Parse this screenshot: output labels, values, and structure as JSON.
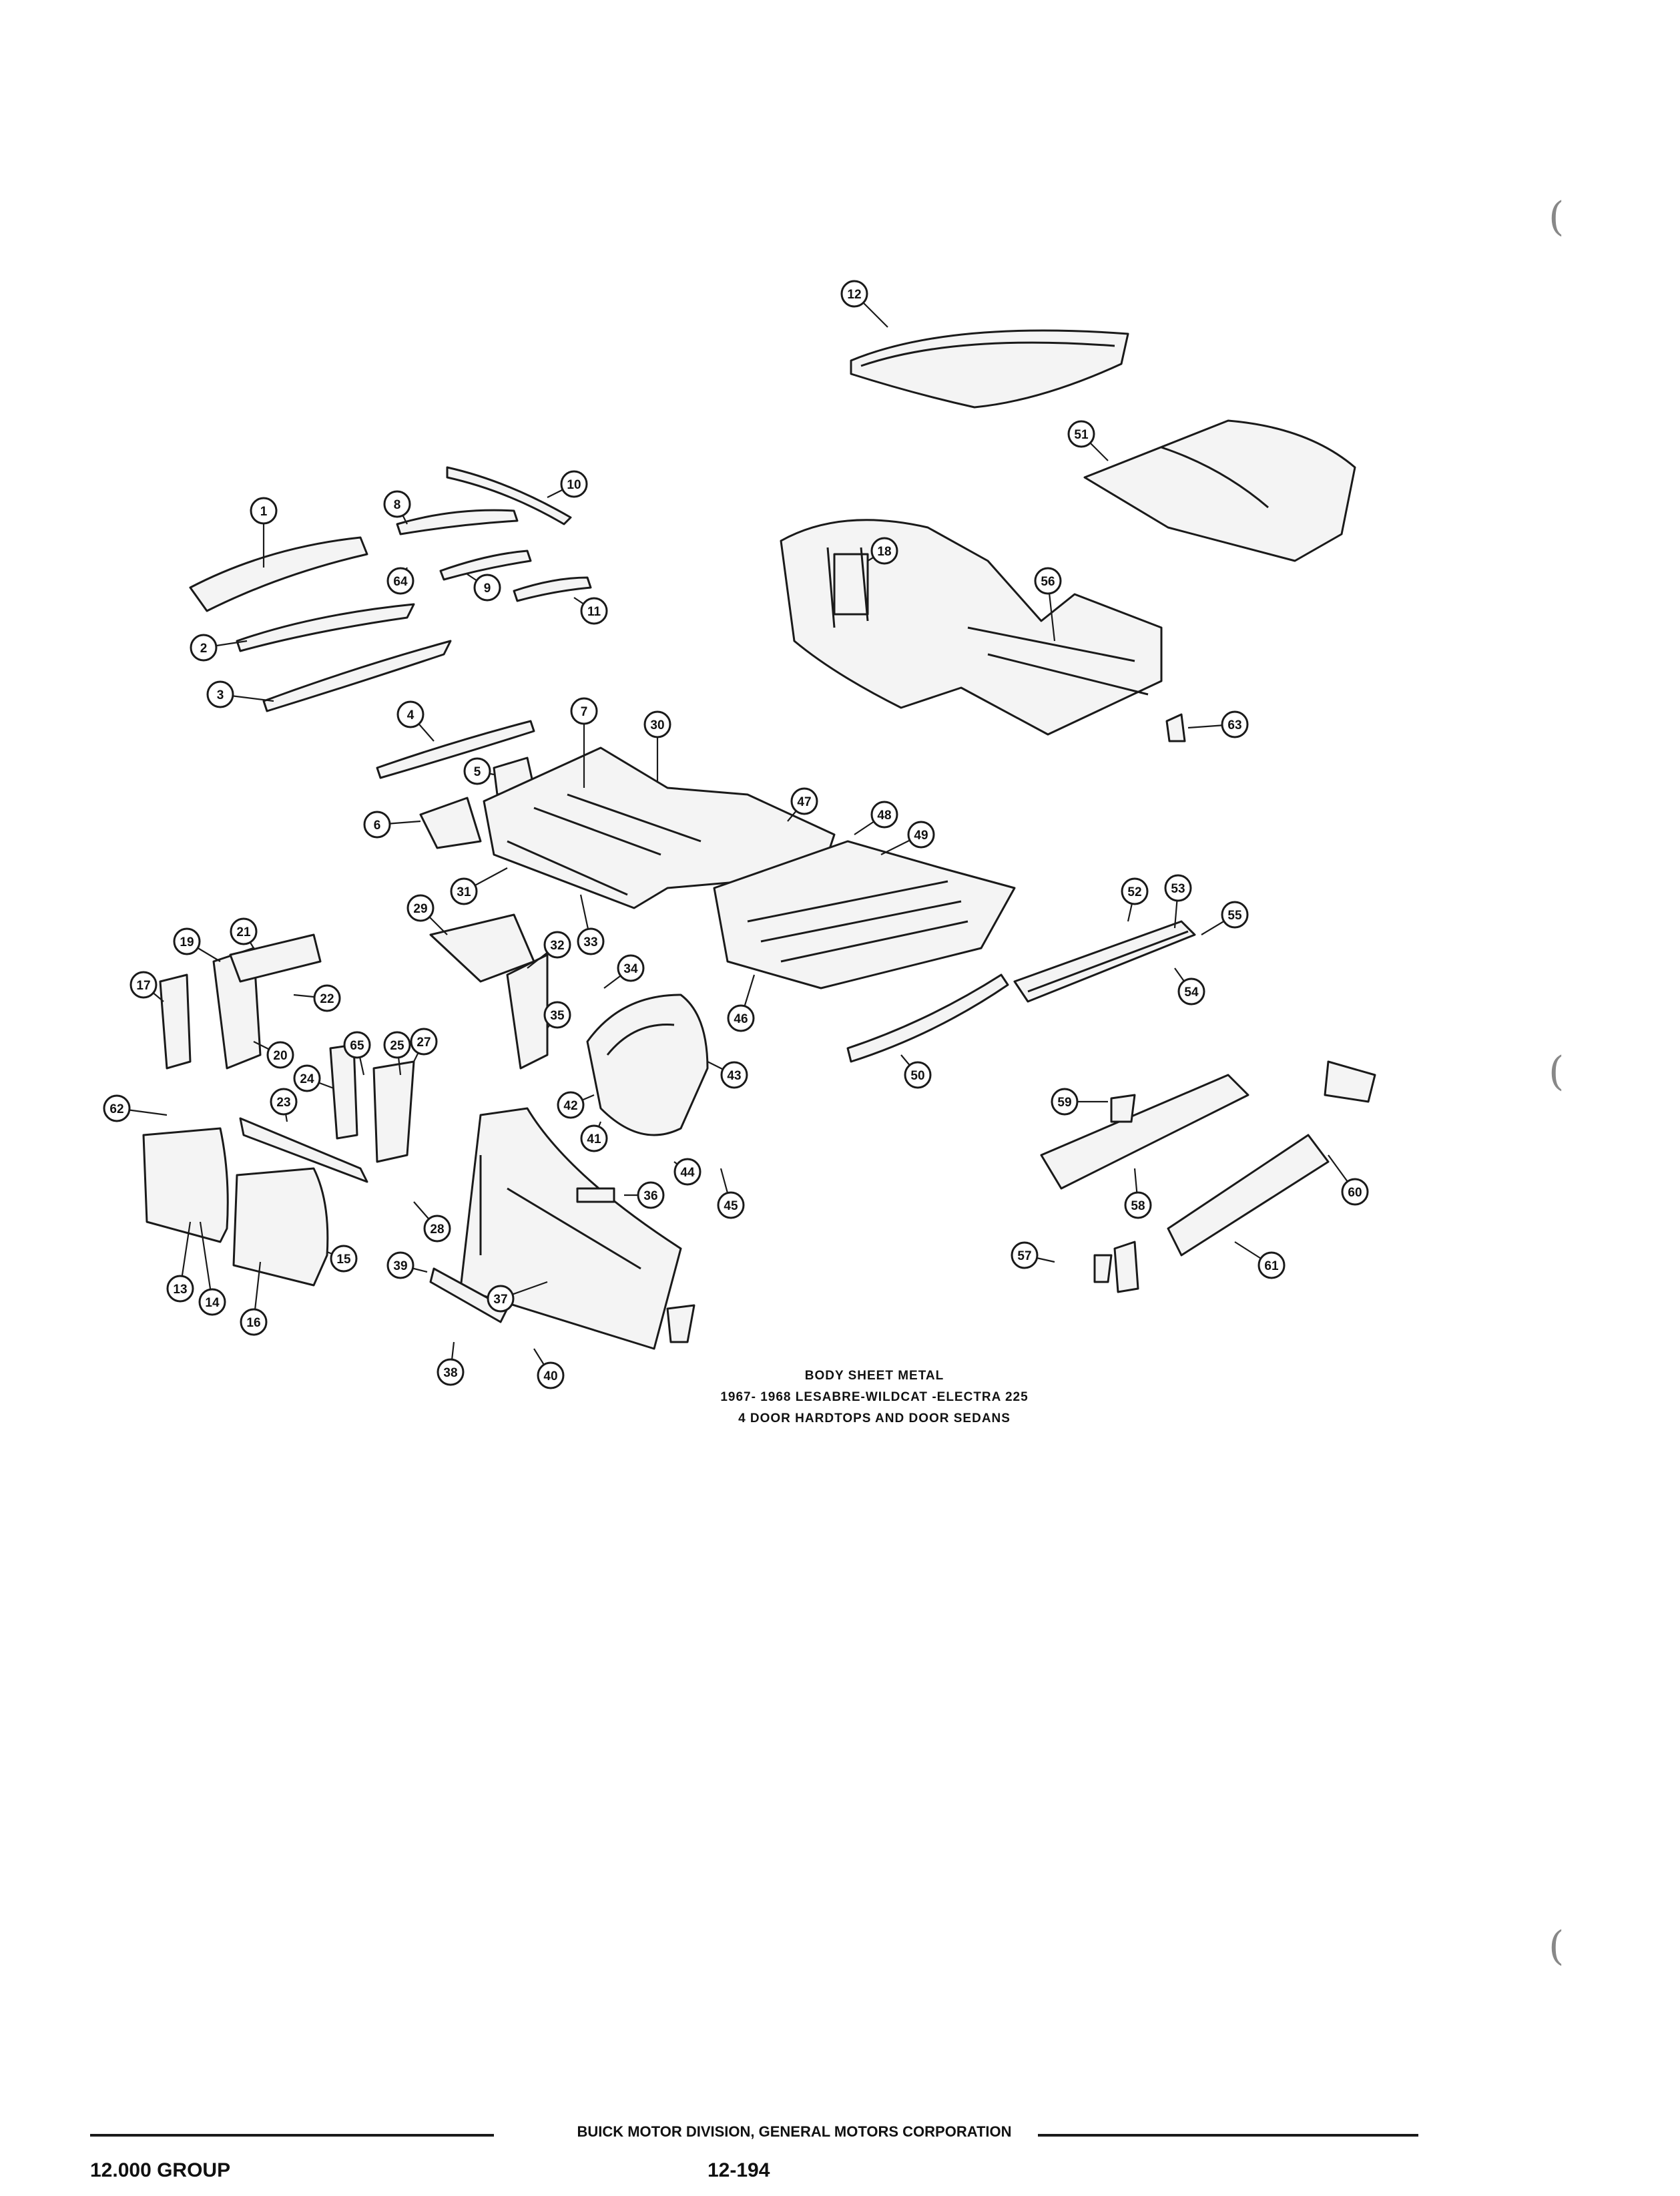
{
  "caption": {
    "line1": "BODY SHEET METAL",
    "line2": "1967- 1968 LESABRE-WILDCAT -ELECTRA 225",
    "line3": "4 DOOR HARDTOPS AND DOOR SEDANS"
  },
  "footer": {
    "corporation": "BUICK MOTOR DIVISION, GENERAL MOTORS CORPORATION",
    "group": "12.000 GROUP",
    "page": "12-194"
  },
  "callouts": [
    "1",
    "2",
    "3",
    "4",
    "5",
    "6",
    "7",
    "8",
    "9",
    "10",
    "11",
    "12",
    "13",
    "14",
    "15",
    "16",
    "17",
    "18",
    "19",
    "20",
    "21",
    "22",
    "23",
    "24",
    "25",
    "27",
    "28",
    "29",
    "30",
    "31",
    "32",
    "33",
    "34",
    "35",
    "36",
    "37",
    "38",
    "39",
    "40",
    "41",
    "42",
    "43",
    "44",
    "45",
    "46",
    "47",
    "48",
    "49",
    "50",
    "51",
    "52",
    "53",
    "54",
    "55",
    "56",
    "57",
    "58",
    "59",
    "60",
    "61",
    "62",
    "63",
    "64",
    "65"
  ]
}
